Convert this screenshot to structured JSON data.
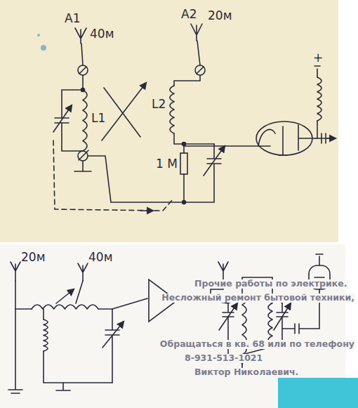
{
  "diagram": {
    "labels": [
      "A1",
      "40м",
      "A2",
      "20м",
      "L1",
      "L2",
      "1 М",
      "+",
      "20м",
      "40м",
      "Прочие работы по электрике.",
      "Несложный ремонт бытовой техники,",
      "Обращаться в кв. 68 или по телефону",
      "8-931-513-1021",
      "Виктор Николаевич."
    ]
  }
}
